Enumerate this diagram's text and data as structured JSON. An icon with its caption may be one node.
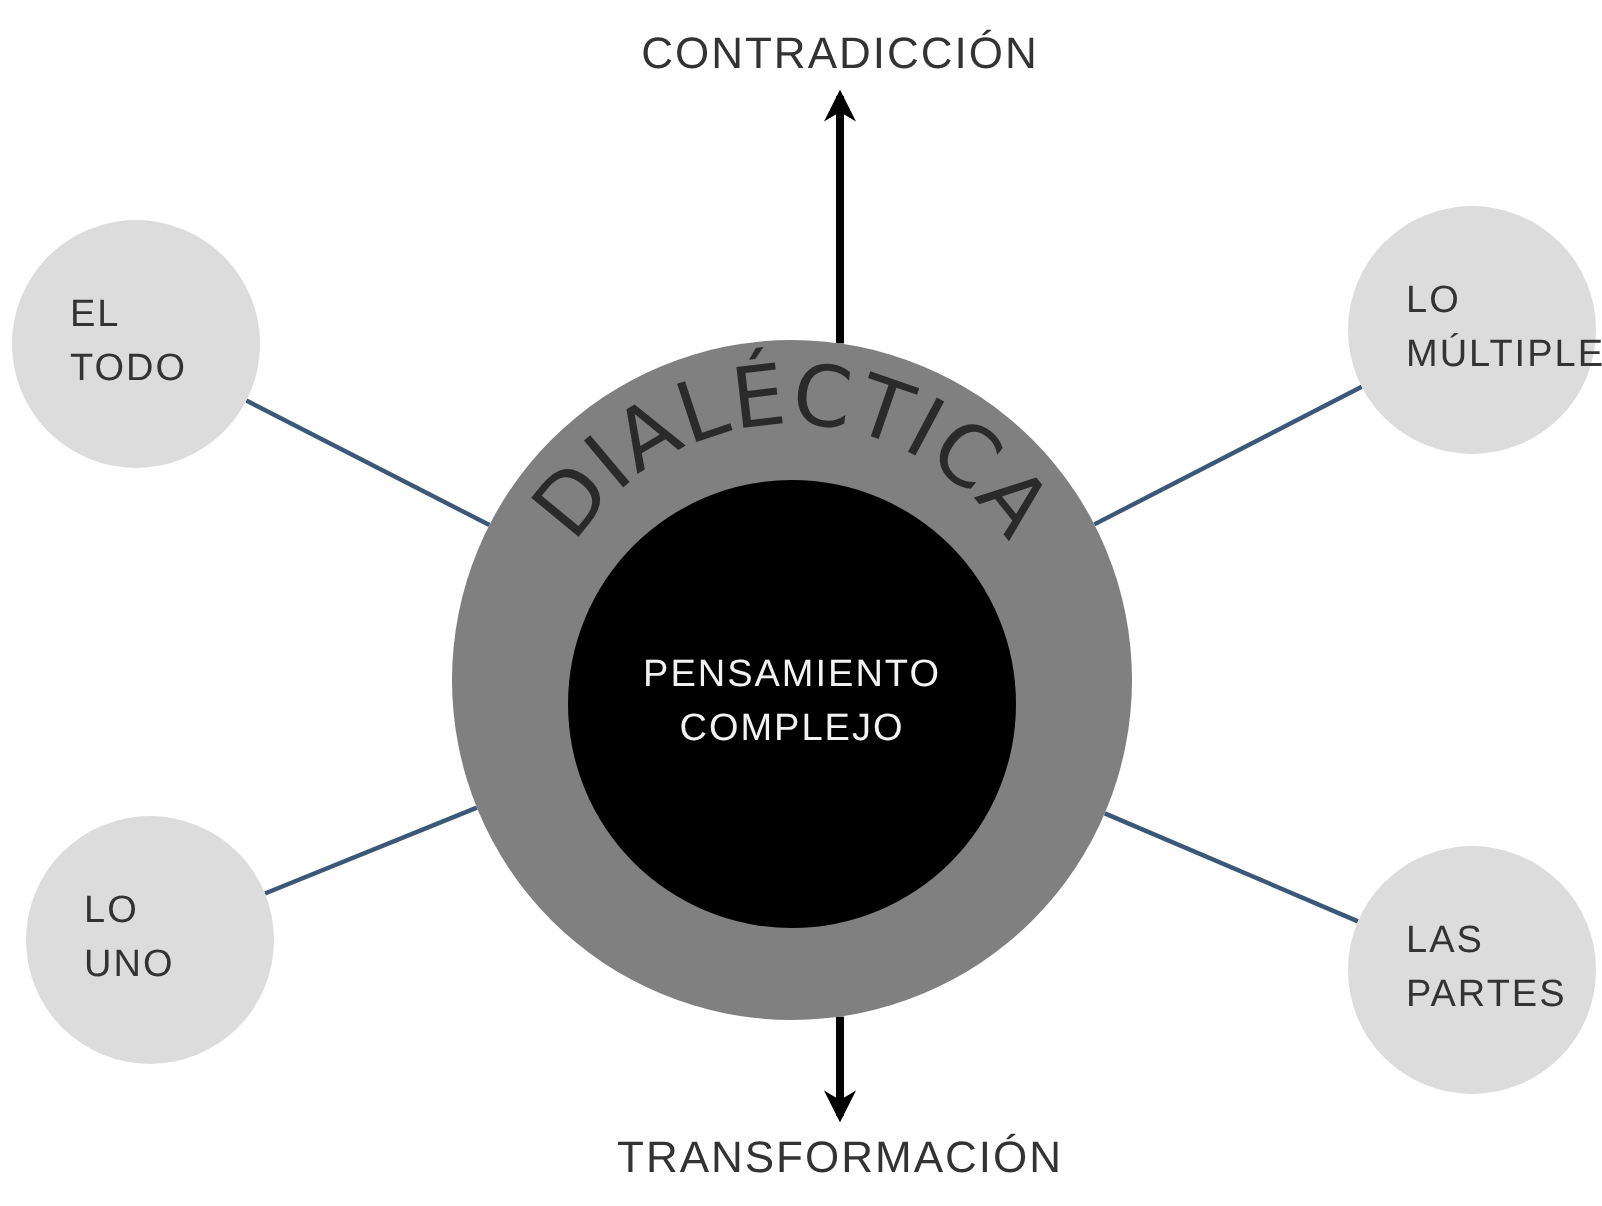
{
  "diagram": {
    "nodes": [
      {
        "text": [
          "DIALÉCTICA"
        ]
      },
      {
        "text": [
          "PENSAMIENTO COMPLEJO"
        ],
        "in": 0
      },
      {
        "text": [
          "CONTRADICCIÓN"
        ]
      },
      {
        "text": [
          "TRANSFORMACIÓN"
        ]
      },
      {
        "text": [
          "EL TODO"
        ]
      },
      {
        "text": [
          "LO MÚLTIPLE"
        ]
      },
      {
        "text": [
          "LO UNO"
        ]
      },
      {
        "text": [
          "LAS PARTES"
        ]
      }
    ],
    "edges": [
      {
        "from": 0,
        "to": 2,
        "arrow": "to",
        "style": "thick",
        "color": "#000000"
      },
      {
        "from": 0,
        "to": 3,
        "arrow": "to",
        "style": "thick",
        "color": "#000000"
      },
      {
        "from": 4,
        "to": 0,
        "arrow": "none"
      },
      {
        "from": 5,
        "to": 0,
        "arrow": "none"
      },
      {
        "from": 6,
        "to": 0,
        "arrow": "none"
      },
      {
        "from": 7,
        "to": 0,
        "arrow": "none"
      }
    ]
  }
}
